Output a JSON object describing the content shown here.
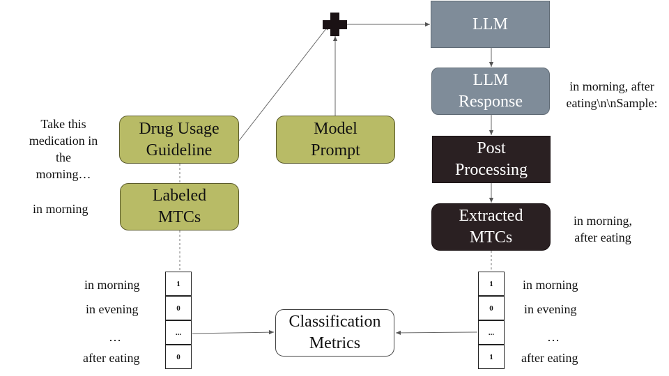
{
  "boxes": {
    "llm": "LLM",
    "llm_response": "LLM\nResponse",
    "post_processing": "Post\nProcessing",
    "extracted_mtcs": "Extracted\nMTCs",
    "drug_usage_guideline": "Drug Usage\nGuideline",
    "model_prompt": "Model\nPrompt",
    "labeled_mtcs": "Labeled\nMTCs",
    "classification_metrics": "Classification\nMetrics"
  },
  "notes": {
    "guideline_example": "Take this\nmedication in the\nmorning…",
    "labeled_example": "in morning",
    "response_example": "in morning, after\neating\\n\\nSample:",
    "extracted_example": "in morning,\nafter eating"
  },
  "left_vector": {
    "rows": [
      {
        "label": "in morning",
        "value": "1"
      },
      {
        "label": "in evening",
        "value": "0"
      },
      {
        "label": "…",
        "value": "..."
      },
      {
        "label": "after eating",
        "value": "0"
      }
    ]
  },
  "right_vector": {
    "rows": [
      {
        "label": "in morning",
        "value": "1"
      },
      {
        "label": "in evening",
        "value": "0"
      },
      {
        "label": "…",
        "value": "..."
      },
      {
        "label": "after eating",
        "value": "1"
      }
    ]
  },
  "colors": {
    "olive": "#b8bb66",
    "grey": "#7f8c99",
    "dark": "#2a2022",
    "plus": "#1a1214"
  }
}
